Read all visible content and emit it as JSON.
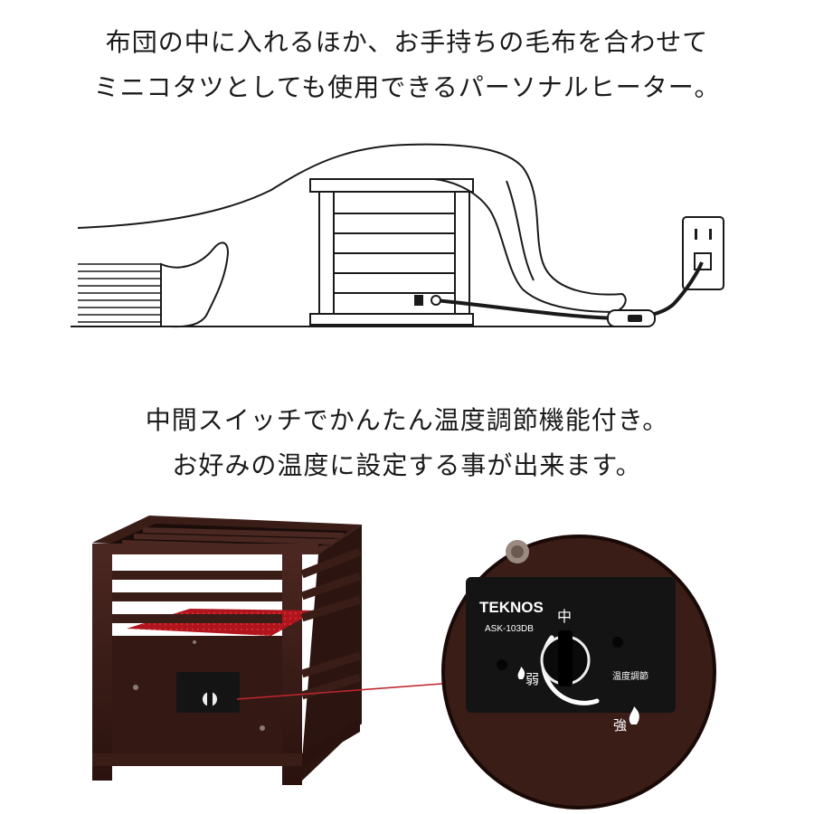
{
  "caption_top": {
    "line1": "布団の中に入れるほか、お手持ちの毛布を合わせて",
    "line2": "ミニコタツとしても使用できるパーソナルヒーター。"
  },
  "caption_middle": {
    "line1": "中間スイッチでかんたん温度調節機能付き。",
    "line2": "お好みの温度に設定する事が出来ます。"
  },
  "control_panel": {
    "brand": "TEKNOS",
    "model": "ASK-103DB",
    "dial_mid": "中",
    "dial_low": "弱",
    "dial_high": "強",
    "dial_label": "温度調節"
  },
  "colors": {
    "wood": "#3a1d17",
    "heater_red": "#b0141c",
    "plate": "#141414",
    "pointer_line": "#c0262e"
  }
}
